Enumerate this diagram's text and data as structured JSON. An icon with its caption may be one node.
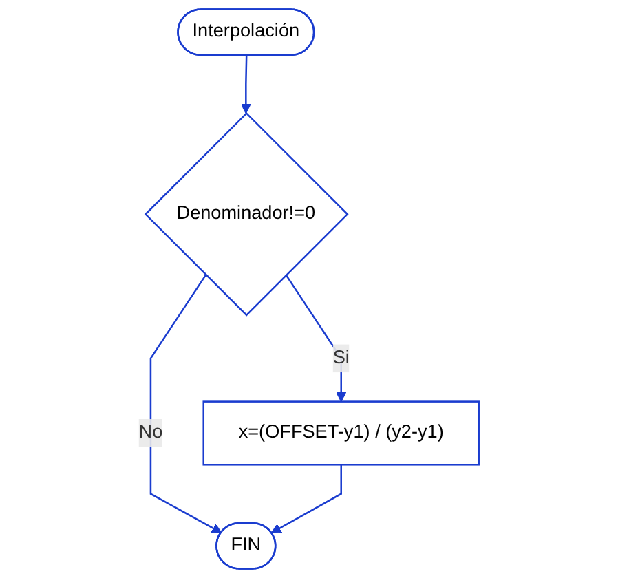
{
  "diagram": {
    "nodes": [
      {
        "text": [
          "Interpolación"
        ]
      },
      {
        "text": [
          "Denominador!=0"
        ]
      },
      {
        "text": [
          "x=(OFFSET-y1) / (y2-y1)"
        ]
      },
      {
        "text": [
          "FIN"
        ]
      }
    ],
    "edges": [
      {
        "from": 0,
        "to": 1,
        "arrow": "to"
      },
      {
        "from": 1,
        "to": 2,
        "arrow": "to",
        "label": "Si"
      },
      {
        "from": 1,
        "to": 3,
        "arrow": "to",
        "label": "No"
      },
      {
        "from": 2,
        "to": 3,
        "arrow": "to"
      }
    ]
  }
}
